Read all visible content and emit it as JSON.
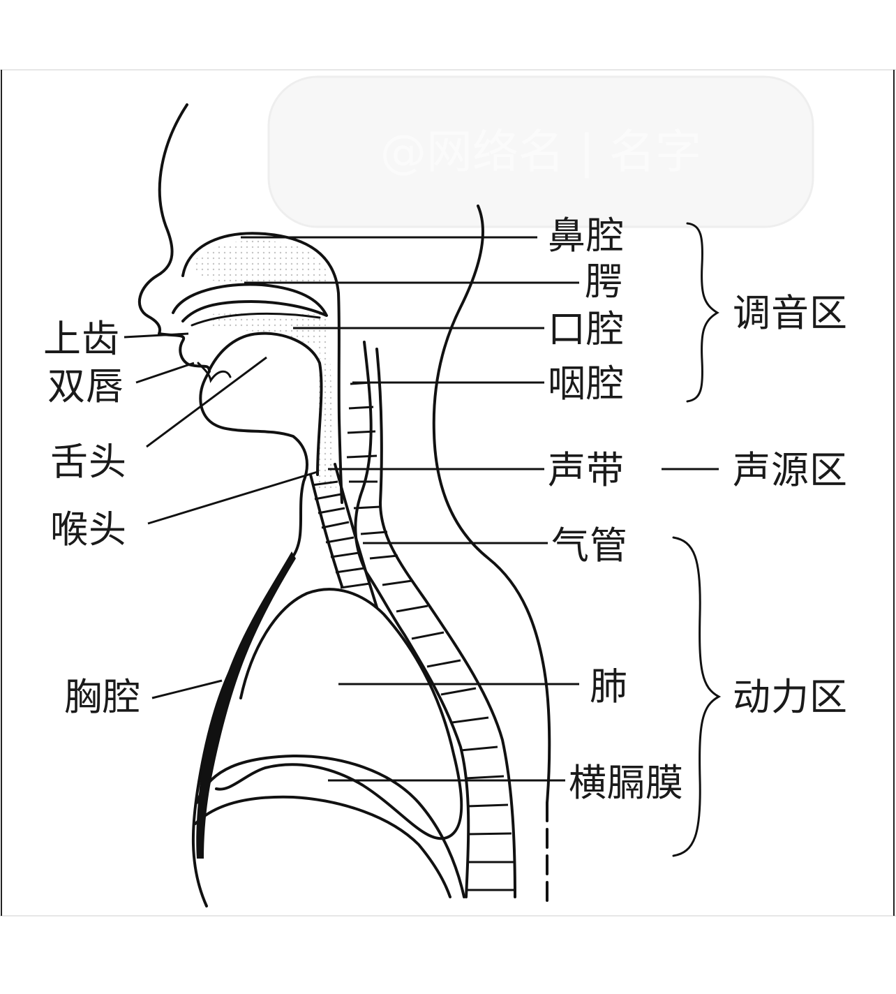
{
  "watermark": "@网络名 | 名字",
  "labels": {
    "left": {
      "upper_teeth": "上齿",
      "lips": "双唇",
      "tongue": "舌头",
      "larynx": "喉头",
      "thoracic_cavity": "胸腔"
    },
    "right": {
      "nasal_cavity": "鼻腔",
      "palate": "腭",
      "oral_cavity": "口腔",
      "pharyngeal_cavity": "咽腔",
      "vocal_cords": "声带",
      "trachea": "气管",
      "lungs": "肺",
      "diaphragm": "横膈膜"
    },
    "zones": {
      "articulation": "调音区",
      "sound_source": "声源区",
      "power": "动力区"
    }
  },
  "colors": {
    "ink": "#111111",
    "background": "#ffffff",
    "cavity_dots": "#bdbdbd"
  }
}
